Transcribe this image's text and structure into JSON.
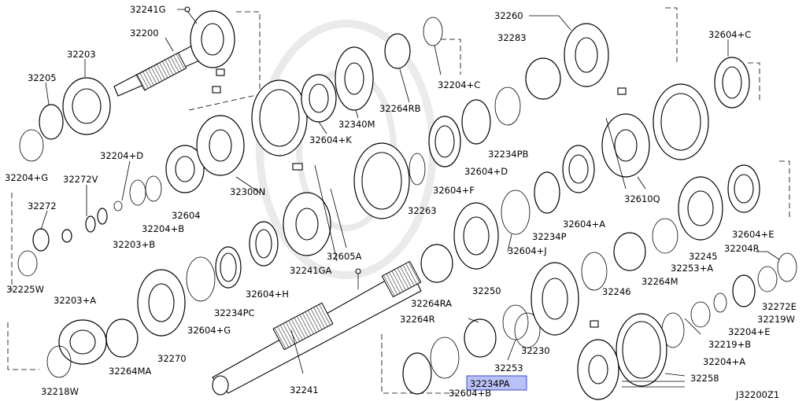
{
  "diagram_code": "J32200Z1",
  "highlight_label": "32234PA",
  "labels": {
    "l32241G": "32241G",
    "l32200": "32200",
    "l32203": "32203",
    "l32205": "32205",
    "l32204G": "32204+G",
    "l32204D": "32204+D",
    "l32272V": "32272V",
    "l32272": "32272",
    "l32203B": "32203+B",
    "l32204B": "32204+B",
    "l32225W": "32225W",
    "l32203A": "32203+A",
    "l32218W": "32218W",
    "l32264MA": "32264MA",
    "l32270": "32270",
    "l32604G": "32604+G",
    "l32234PC": "32234PC",
    "l32604H": "32604+H",
    "l32241GA": "32241GA",
    "l32241": "32241",
    "l32604": "32604",
    "l32300N": "32300N",
    "l32604K": "32604+K",
    "l32340M": "32340M",
    "l32264RB": "32264RB",
    "l32204C": "32204+C",
    "l32605A": "32605A",
    "l32263": "32263",
    "l32604F": "32604+F",
    "l32604D": "32604+D",
    "l32234PB": "32234PB",
    "l32260": "32260",
    "l32283": "32283",
    "l32604C": "32604+C",
    "l32610Q": "32610Q",
    "l32604A": "32604+A",
    "l32234P": "32234P",
    "l32604J": "32604+J",
    "l32264RA": "32264RA",
    "l32250": "32250",
    "l32264R": "32264R",
    "l32253": "32253",
    "l32230": "32230",
    "l32604B": "32604+B",
    "l32246": "32246",
    "l32264M": "32264M",
    "l32253A": "32253+A",
    "l32245": "32245",
    "l32604E": "32604+E",
    "l32204R": "32204R",
    "l32272E": "32272E",
    "l32219W": "32219W",
    "l32204E": "32204+E",
    "l32219B": "32219+B",
    "l32204A": "32204+A",
    "l32258": "32258"
  }
}
